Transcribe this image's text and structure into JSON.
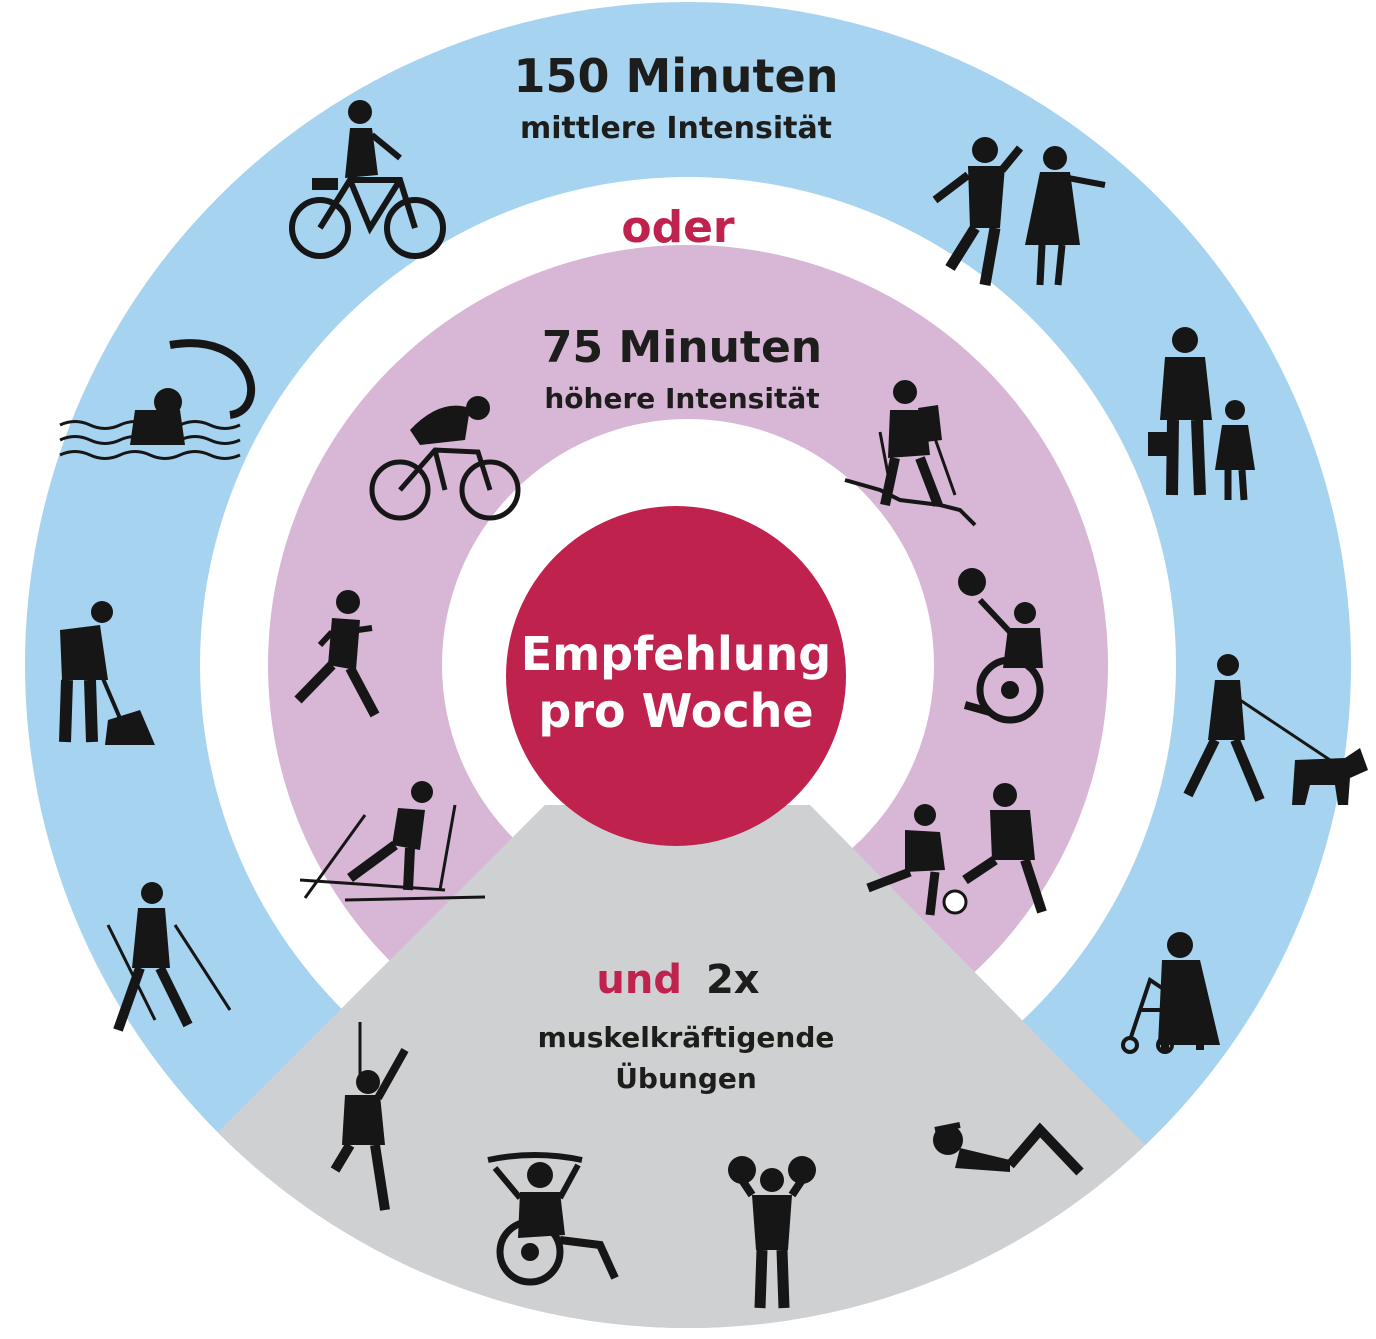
{
  "outer_ring": {
    "minutes": "150 Minuten",
    "intensity": "mittlere Intensität",
    "activities": [
      "cycling-icon",
      "dancing-icon",
      "walking-with-child-icon",
      "dog-walking-icon",
      "rollator-walking-icon",
      "nordic-walking-icon",
      "sweeping-icon",
      "swimming-icon"
    ]
  },
  "separator": {
    "word": "oder"
  },
  "inner_ring": {
    "minutes": "75 Minuten",
    "intensity": "höhere Intensität",
    "activities": [
      "road-cycling-icon",
      "hiking-icon",
      "wheelchair-basketball-icon",
      "football-icon",
      "cross-country-skiing-icon",
      "running-icon"
    ]
  },
  "center": {
    "line1": "Empfehlung",
    "line2": "pro Woche"
  },
  "strength": {
    "und": "und",
    "times": "2x",
    "line1": "muskelkräftigende",
    "line2": "Übungen",
    "activities": [
      "climbing-icon",
      "wheelchair-band-exercise-icon",
      "dumbbell-icon",
      "situp-icon"
    ]
  },
  "colors": {
    "outer_ring": "#a6d3f0",
    "inner_ring": "#d8b6d6",
    "center": "#c0224e",
    "strength": "#cfd0d2",
    "accent": "#c0224e",
    "text": "#1d1d1b"
  }
}
